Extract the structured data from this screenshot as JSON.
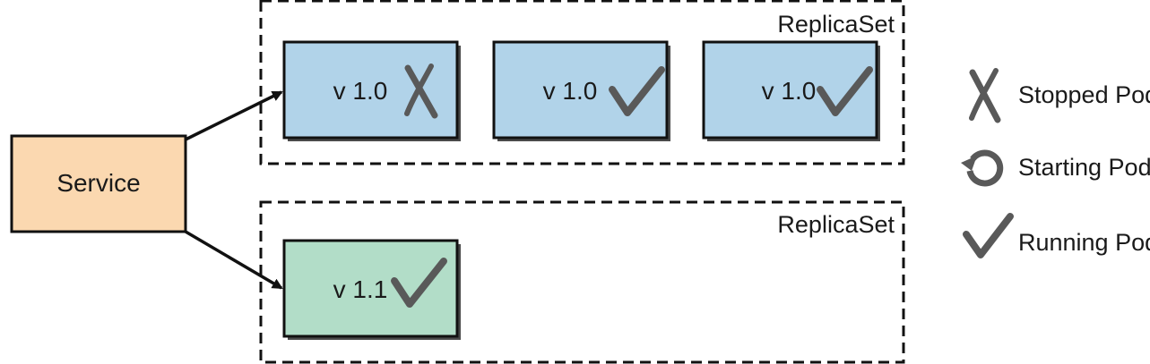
{
  "colors": {
    "service_fill": "#fbd8b0",
    "pod_v10_fill": "#b1d3e9",
    "pod_v11_fill": "#b2ddc8",
    "outline": "#111111",
    "icon": "#595959"
  },
  "service": {
    "label": "Service"
  },
  "replicasets": [
    {
      "label": "ReplicaSet",
      "pods": [
        {
          "version": "v 1.0",
          "status_icon": "x-icon"
        },
        {
          "version": "v 1.0",
          "status_icon": "checkmark-icon"
        },
        {
          "version": "v 1.0",
          "status_icon": "checkmark-icon"
        }
      ]
    },
    {
      "label": "ReplicaSet",
      "pods": [
        {
          "version": "v 1.1",
          "status_icon": "checkmark-icon"
        }
      ]
    }
  ],
  "legend": [
    {
      "icon": "x-icon",
      "label": "Stopped Pod"
    },
    {
      "icon": "circular-arrow-icon",
      "label": "Starting Pod"
    },
    {
      "icon": "checkmark-icon",
      "label": "Running Pod"
    }
  ]
}
